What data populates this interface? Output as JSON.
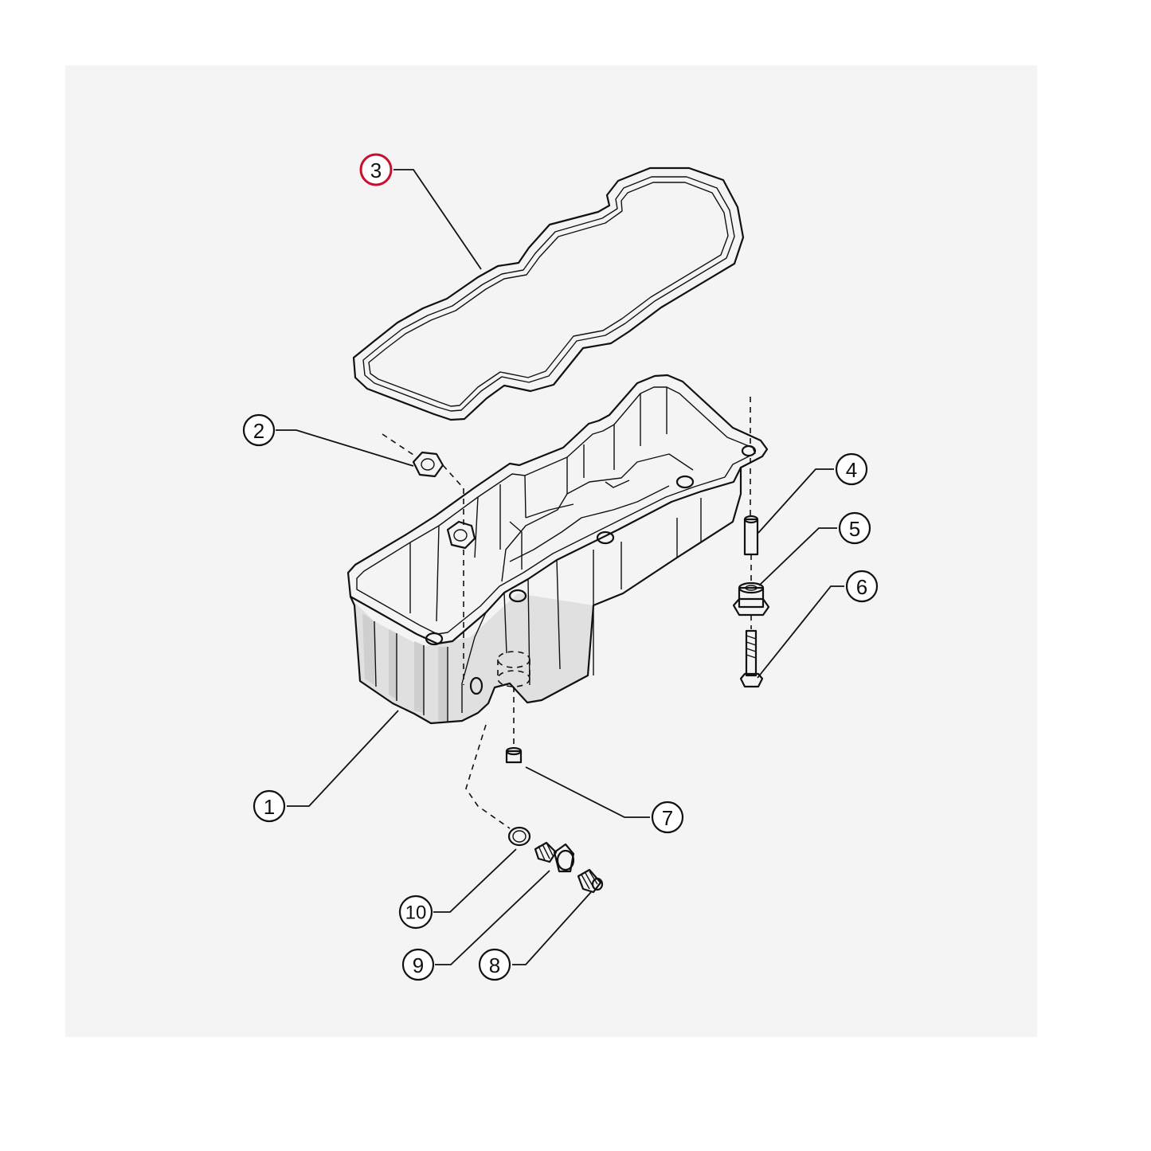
{
  "diagram": {
    "highlight_color": "#c8102e",
    "line_color": "#111111",
    "background_color": "#f4f4f4",
    "callouts": [
      {
        "id": "1",
        "label": "1",
        "part": "oil-pan",
        "highlighted": false
      },
      {
        "id": "2",
        "label": "2",
        "part": "nut",
        "highlighted": false
      },
      {
        "id": "3",
        "label": "3",
        "part": "oil-pan-gasket",
        "highlighted": true
      },
      {
        "id": "4",
        "label": "4",
        "part": "spacer-sleeve",
        "highlighted": false
      },
      {
        "id": "5",
        "label": "5",
        "part": "isolator-grommet",
        "highlighted": false
      },
      {
        "id": "6",
        "label": "6",
        "part": "bolt",
        "highlighted": false
      },
      {
        "id": "7",
        "label": "7",
        "part": "plug",
        "highlighted": false
      },
      {
        "id": "8",
        "label": "8",
        "part": "plug-screw",
        "highlighted": false
      },
      {
        "id": "9",
        "label": "9",
        "part": "drain-plug",
        "highlighted": false
      },
      {
        "id": "10",
        "label": "10",
        "part": "sealing-ring",
        "highlighted": false
      }
    ]
  }
}
